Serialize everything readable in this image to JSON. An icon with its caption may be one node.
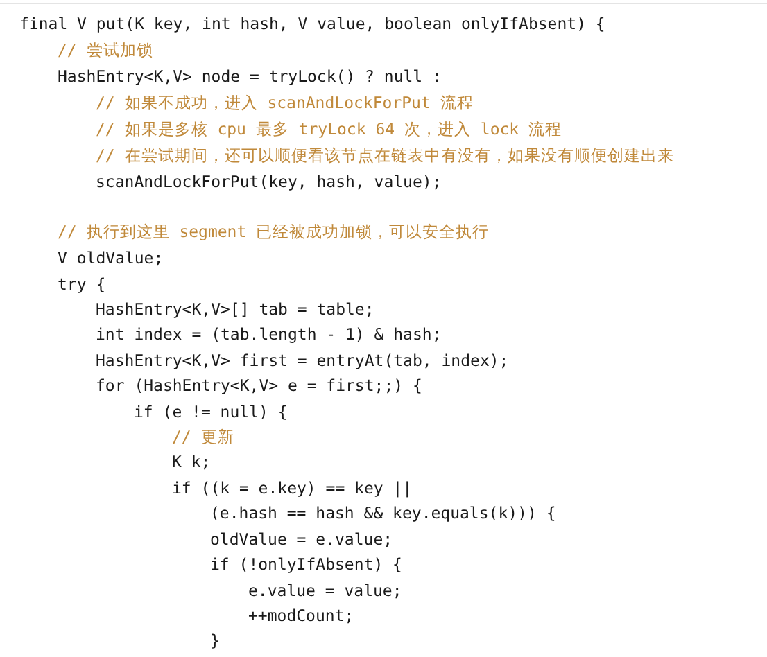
{
  "diagram": {
    "labels": [
      "final V put(K key, int hash, V value, boolean onlyIfAbsent) {",
      "// 尝试加锁",
      "HashEntry<K,V> node = tryLock() ? null :",
      "// 如果不成功，进入 scanAndLockForPut 流程",
      "// 如果是多核 cpu 最多 tryLock 64 次，进入 lock 流程",
      "// 在尝试期间，还可以顺便看该节点在链表中有没有，如果没有顺便创建出来",
      "scanAndLockForPut(key, hash, value);",
      "// 执行到这里 segment 已经被成功加锁，可以安全执行",
      "V oldValue;",
      "try {",
      "HashEntry<K,V>[] tab = table;",
      "int index = (tab.length - 1) & hash;",
      "HashEntry<K,V> first = entryAt(tab, index);",
      "for (HashEntry<K,V> e = first;;) {",
      "if (e != null) {",
      "// 更新",
      "K k;",
      "if ((k = e.key) == key ||",
      "(e.hash == hash && key.equals(k))) {",
      "oldValue = e.value;",
      "if (!onlyIfAbsent) {",
      "e.value = value;",
      "++modCount;",
      "}"
    ]
  }
}
